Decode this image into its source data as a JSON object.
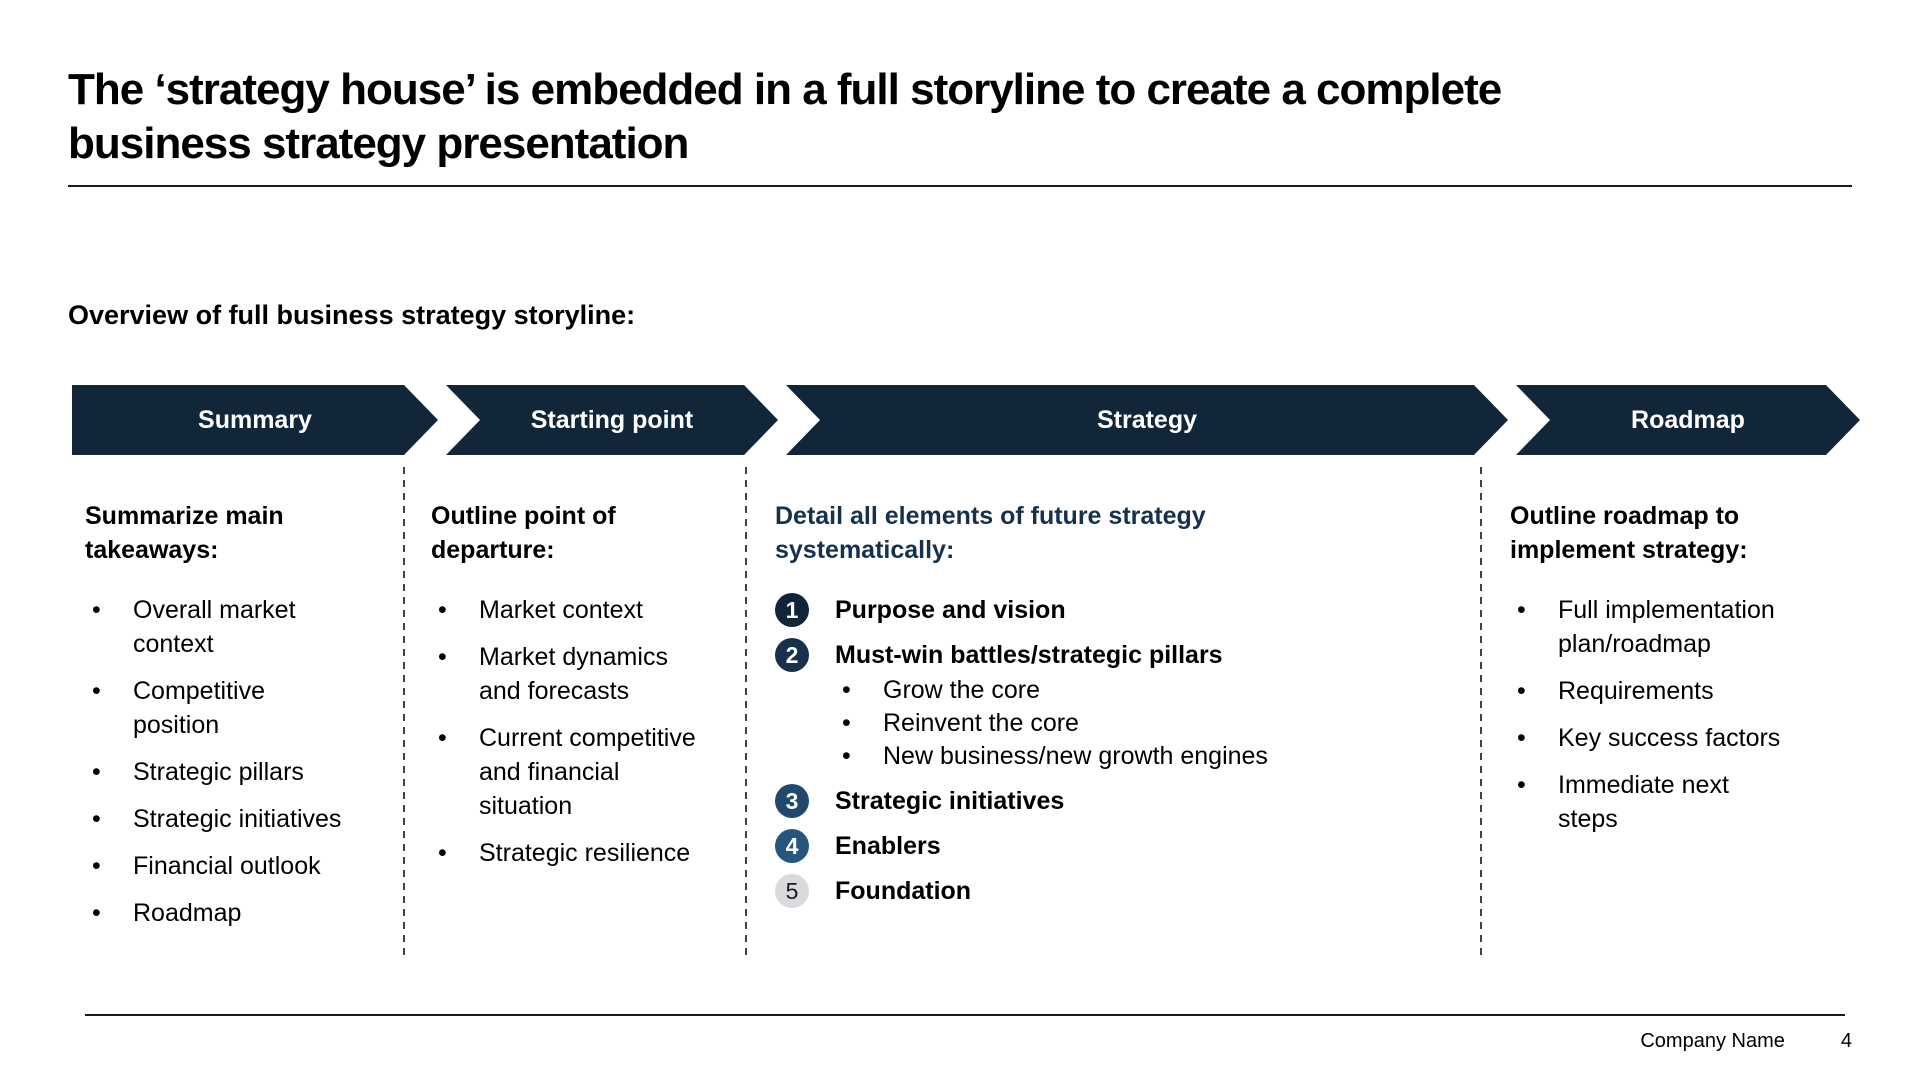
{
  "slide": {
    "title": "The ‘strategy house’ is embedded in a full storyline to create a complete\nbusiness strategy presentation",
    "overview_label": "Overview of full business strategy storyline:",
    "footer": {
      "company": "Company Name",
      "page": "4"
    }
  },
  "colors": {
    "banner": "#12263A",
    "banner_text": "#FFFFFF",
    "strategy_heading": "#16314E",
    "separator": "#39424E",
    "rule": "#1A1A1A"
  },
  "columns": [
    {
      "banner": "Summary",
      "heading": "Summarize main\ntakeaways:",
      "bullets": [
        "Overall market\ncontext",
        "Competitive\nposition",
        "Strategic pillars",
        "Strategic initiatives",
        "Financial outlook",
        "Roadmap"
      ]
    },
    {
      "banner": "Starting point",
      "heading": "Outline point of\ndeparture:",
      "bullets": [
        "Market context",
        "Market dynamics\nand forecasts",
        "Current competitive\nand financial\nsituation",
        "Strategic resilience"
      ]
    },
    {
      "banner": "Strategy",
      "heading": "Detail all elements of future strategy\nsystematically:",
      "numbered_items": [
        {
          "num": "1",
          "label": "Purpose and vision",
          "circle_color": "#112539",
          "num_color": "#FFFFFF"
        },
        {
          "num": "2",
          "label": "Must-win battles/strategic pillars",
          "circle_color": "#17314C",
          "num_color": "#FFFFFF",
          "sub_bullets": [
            "Grow the core",
            "Reinvent the core",
            "New business/new growth engines"
          ]
        },
        {
          "num": "3",
          "label": "Strategic initiatives",
          "circle_color": "#20496E",
          "num_color": "#FFFFFF"
        },
        {
          "num": "4",
          "label": "Enablers",
          "circle_color": "#26557D",
          "num_color": "#FFFFFF"
        },
        {
          "num": "5",
          "label": "Foundation",
          "circle_color": "#D8DADD",
          "num_color": "#1A1A1A"
        }
      ]
    },
    {
      "banner": "Roadmap",
      "heading": "Outline roadmap to\nimplement strategy:",
      "bullets": [
        "Full implementation\nplan/roadmap",
        "Requirements",
        "Key success factors",
        "Immediate next\nsteps"
      ]
    }
  ]
}
